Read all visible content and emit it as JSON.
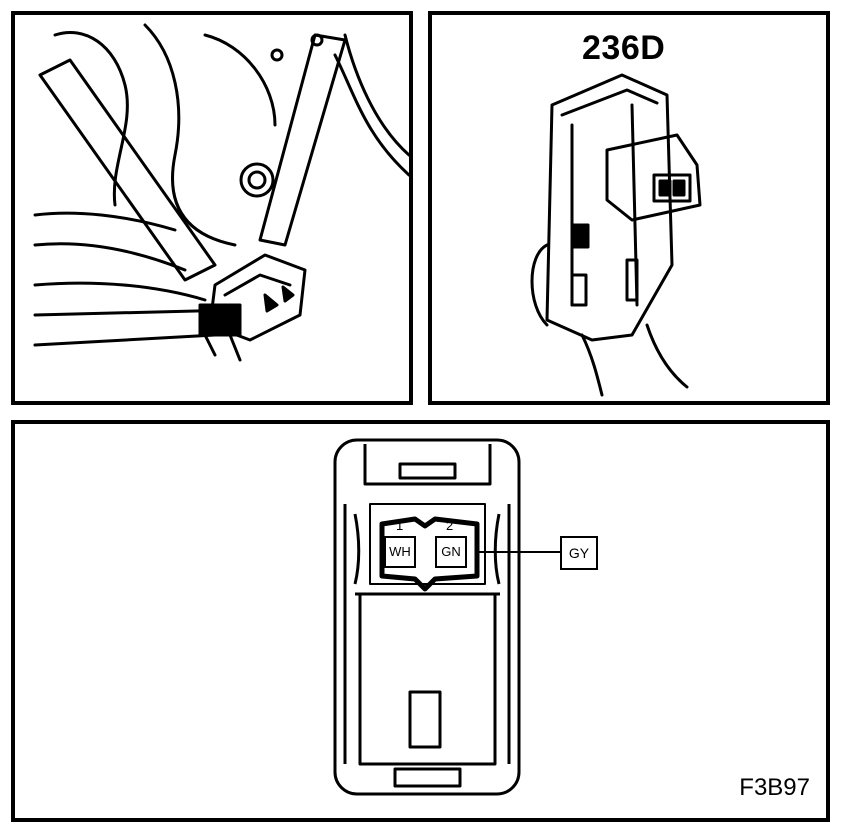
{
  "panels": {
    "location": {},
    "part": {
      "label": "236D"
    },
    "connector": {
      "pins": [
        {
          "number": "1",
          "wire_color": "WH"
        },
        {
          "number": "2",
          "wire_color": "GN"
        }
      ],
      "wire_tag": "GY",
      "figure_code": "F3B97"
    }
  }
}
